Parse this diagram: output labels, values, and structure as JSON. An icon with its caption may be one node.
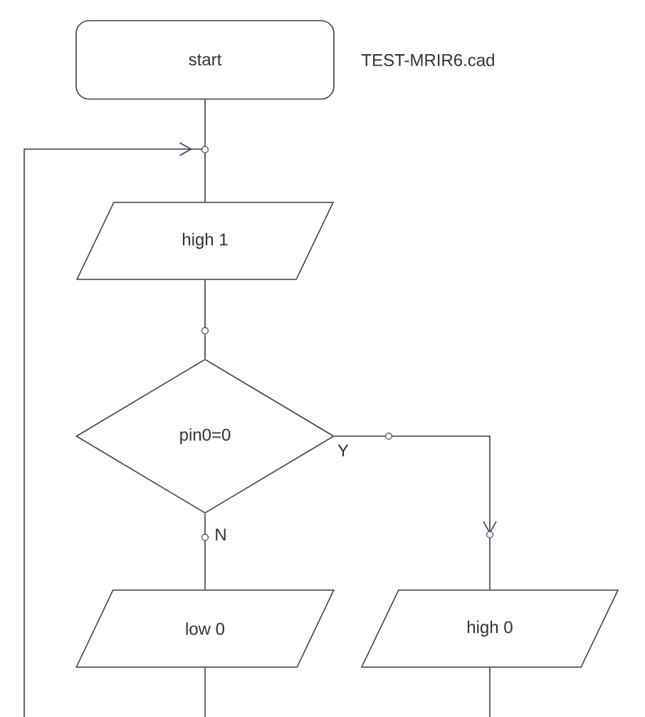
{
  "diagram": {
    "nodes": [
      {
        "text": [
          "start"
        ]
      },
      {
        "text": [
          "high 1"
        ]
      },
      {
        "text": [
          "pin0=0"
        ]
      },
      {
        "text": [
          "low 0"
        ]
      },
      {
        "text": [
          "high 0"
        ]
      }
    ],
    "edges": [
      {
        "from": 0,
        "to": 1,
        "arrow": "none"
      },
      {
        "from": 1,
        "to": 2,
        "arrow": "none"
      },
      {
        "from": 2,
        "to": 3,
        "arrow": "none",
        "label": "N"
      },
      {
        "from": 2,
        "to": 4,
        "arrow": "to",
        "label": "Y"
      },
      {
        "from": 3,
        "to": null,
        "arrow": "none"
      },
      {
        "from": 4,
        "to": null,
        "arrow": "none"
      },
      {
        "from": null,
        "to": 1,
        "arrow": "to"
      }
    ],
    "labels": [
      "TEST-MRIR6.cad"
    ]
  }
}
